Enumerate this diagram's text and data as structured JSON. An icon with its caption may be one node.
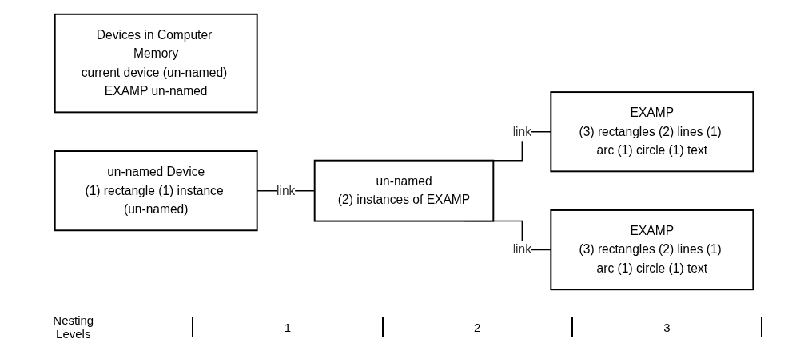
{
  "diagram": {
    "nodes": [
      {
        "text": [
          "Devices in Computer Memory",
          "current device (un-named) EXAMP un-named"
        ]
      },
      {
        "text": [
          "un-named Device",
          "(1) rectangle (1) instance (un-named)"
        ]
      },
      {
        "text": [
          "un-named",
          "(2) instances of EXAMP"
        ]
      },
      {
        "text": [
          "EXAMP",
          "(3) rectangles (2) lines (1) arc (1) circle (1) text"
        ]
      },
      {
        "text": [
          "EXAMP",
          "(3) rectangles (2) lines (1) arc (1) circle (1) text"
        ]
      }
    ],
    "edges": [
      {
        "from": 1,
        "to": 2,
        "arrow": "none",
        "label": "link"
      },
      {
        "from": 2,
        "to": 3,
        "arrow": "none",
        "label": "link"
      },
      {
        "from": 2,
        "to": 4,
        "arrow": "none",
        "label": "link"
      }
    ],
    "labels": [
      "Nesting Levels",
      "1",
      "2",
      "3"
    ]
  }
}
